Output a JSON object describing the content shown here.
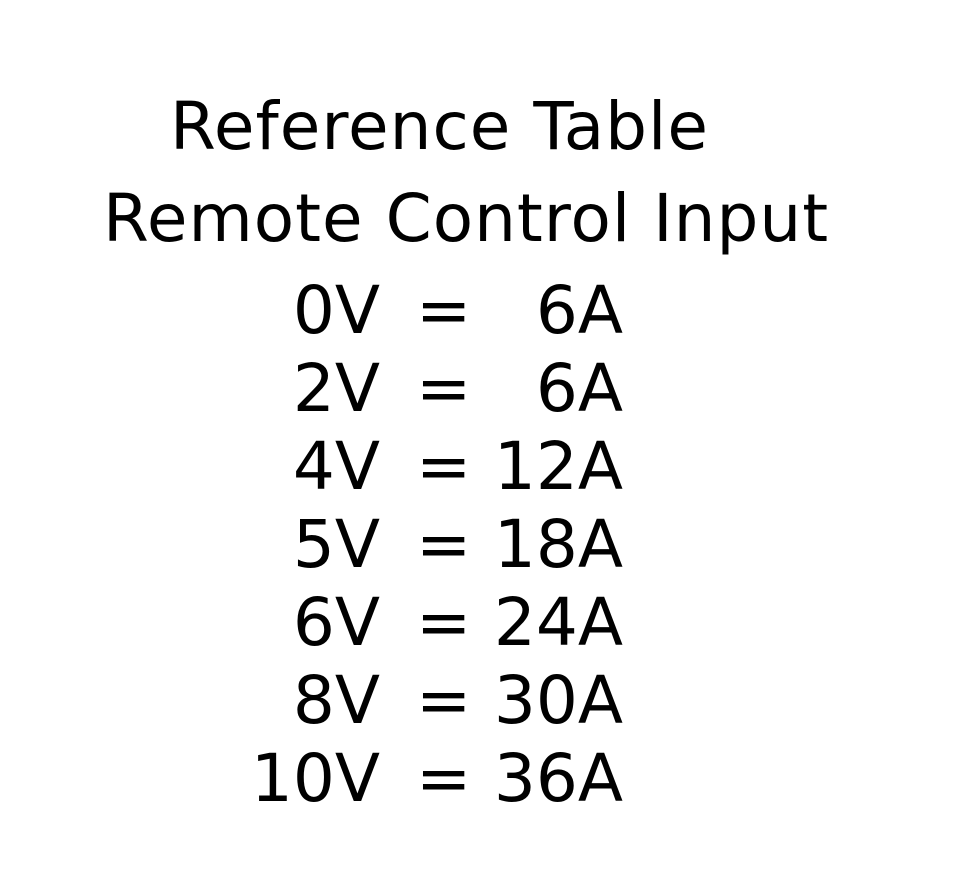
{
  "title": {
    "line1": "Reference Table",
    "line2": "Remote Control Input"
  },
  "rows": [
    {
      "voltage": "0V",
      "equals": "=",
      "current": "6A"
    },
    {
      "voltage": "2V",
      "equals": "=",
      "current": "6A"
    },
    {
      "voltage": "4V",
      "equals": "=",
      "current": "12A"
    },
    {
      "voltage": "5V",
      "equals": "=",
      "current": "18A"
    },
    {
      "voltage": "6V",
      "equals": "=",
      "current": "24A"
    },
    {
      "voltage": "8V",
      "equals": "=",
      "current": "30A"
    },
    {
      "voltage": "10V",
      "equals": "=",
      "current": "36A"
    }
  ]
}
